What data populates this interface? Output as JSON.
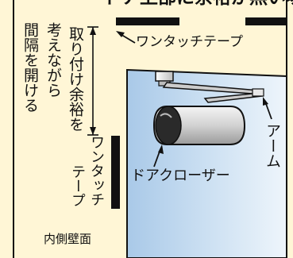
{
  "header": {
    "title": "ドア上部に余裕が無い場合"
  },
  "labels": {
    "gap_note_line1": "考えながら",
    "gap_note_line2": "間隔を開ける",
    "mounting_margin": "取り付け余裕を",
    "tape_top": "ワンタッチテープ",
    "tape_side_line1": "ワンタッチ",
    "tape_side_line2": "テープ",
    "arm": "アーム",
    "door_closer": "ドアクローザー",
    "inner_wall": "内側壁面"
  },
  "colors": {
    "background": "#fff6d6",
    "door_blue": "#bcd6ee",
    "tape_black": "#111111",
    "closer_gray": "#d8d8d8"
  }
}
